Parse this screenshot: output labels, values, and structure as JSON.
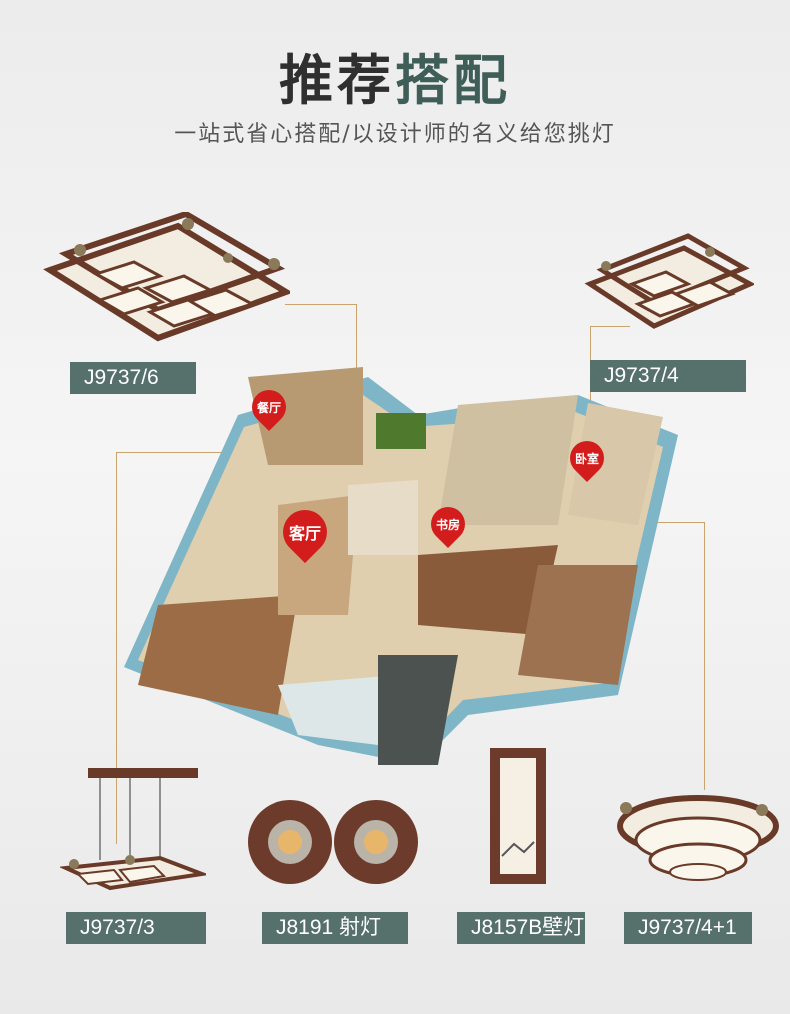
{
  "header": {
    "title_part1": "推荐",
    "title_part2": "搭配",
    "subtitle": "一站式省心搭配/以设计师的名义给您挑灯"
  },
  "products": {
    "p1": "J9737/6",
    "p2": "J9737/4",
    "p3": "J9737/3",
    "p4": "J8191 射灯",
    "p5": "J8157B壁灯",
    "p6": "J9737/4+1"
  },
  "rooms": {
    "dining": "餐厅",
    "living": "客厅",
    "study": "书房",
    "bedroom": "卧室"
  },
  "colors": {
    "accent_label": "#56706c",
    "pin": "#d31d1d",
    "line": "#c8a46e",
    "title_green": "#3f5e58"
  }
}
